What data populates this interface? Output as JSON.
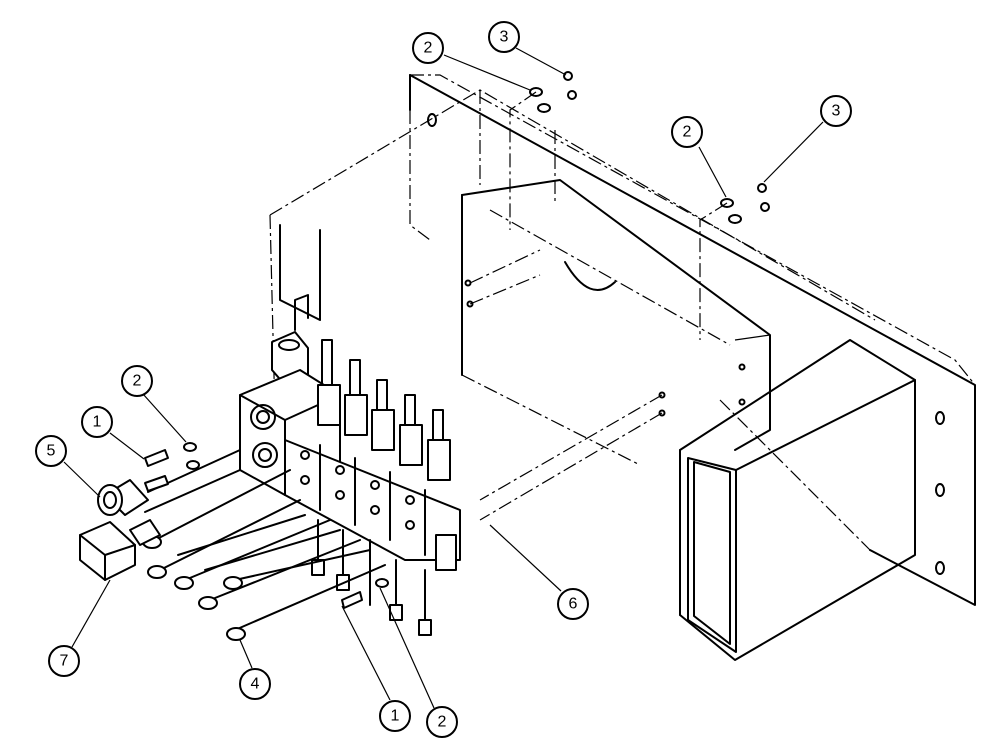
{
  "callouts": [
    {
      "id": "c2-top",
      "label": "2"
    },
    {
      "id": "c3-top",
      "label": "3"
    },
    {
      "id": "c2-right",
      "label": "2"
    },
    {
      "id": "c3-right",
      "label": "3"
    },
    {
      "id": "c2-left",
      "label": "2"
    },
    {
      "id": "c1-left",
      "label": "1"
    },
    {
      "id": "c5",
      "label": "5"
    },
    {
      "id": "c7",
      "label": "7"
    },
    {
      "id": "c4",
      "label": "4"
    },
    {
      "id": "c1-bottom",
      "label": "1"
    },
    {
      "id": "c2-bottom",
      "label": "2"
    },
    {
      "id": "c6",
      "label": "6"
    }
  ]
}
